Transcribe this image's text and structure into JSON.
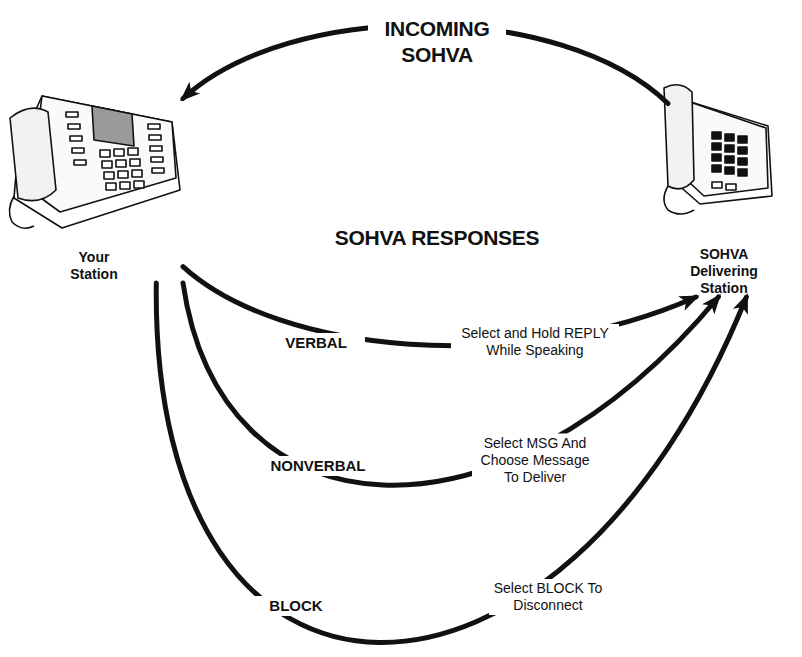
{
  "diagram": {
    "nodes": [
      {
        "text": [
          "Your Station"
        ]
      },
      {
        "text": [
          "SOHVA Delivering Station"
        ]
      }
    ],
    "edges": [
      {
        "from": 1,
        "to": 0,
        "arrow": "to",
        "label": "INCOMING SOHVA"
      },
      {
        "from": 0,
        "to": 1,
        "arrow": "to",
        "label": "Select and Hold REPLY While Speaking"
      },
      {
        "from": 0,
        "to": 1,
        "arrow": "to",
        "label": "Select MSG And Choose Message To Deliver"
      },
      {
        "from": 0,
        "to": 1,
        "arrow": "to",
        "label": "Select BLOCK To Disconnect"
      }
    ],
    "labels": [
      "SOHVA RESPONSES",
      "VERBAL",
      "NONVERBAL",
      "BLOCK"
    ]
  }
}
